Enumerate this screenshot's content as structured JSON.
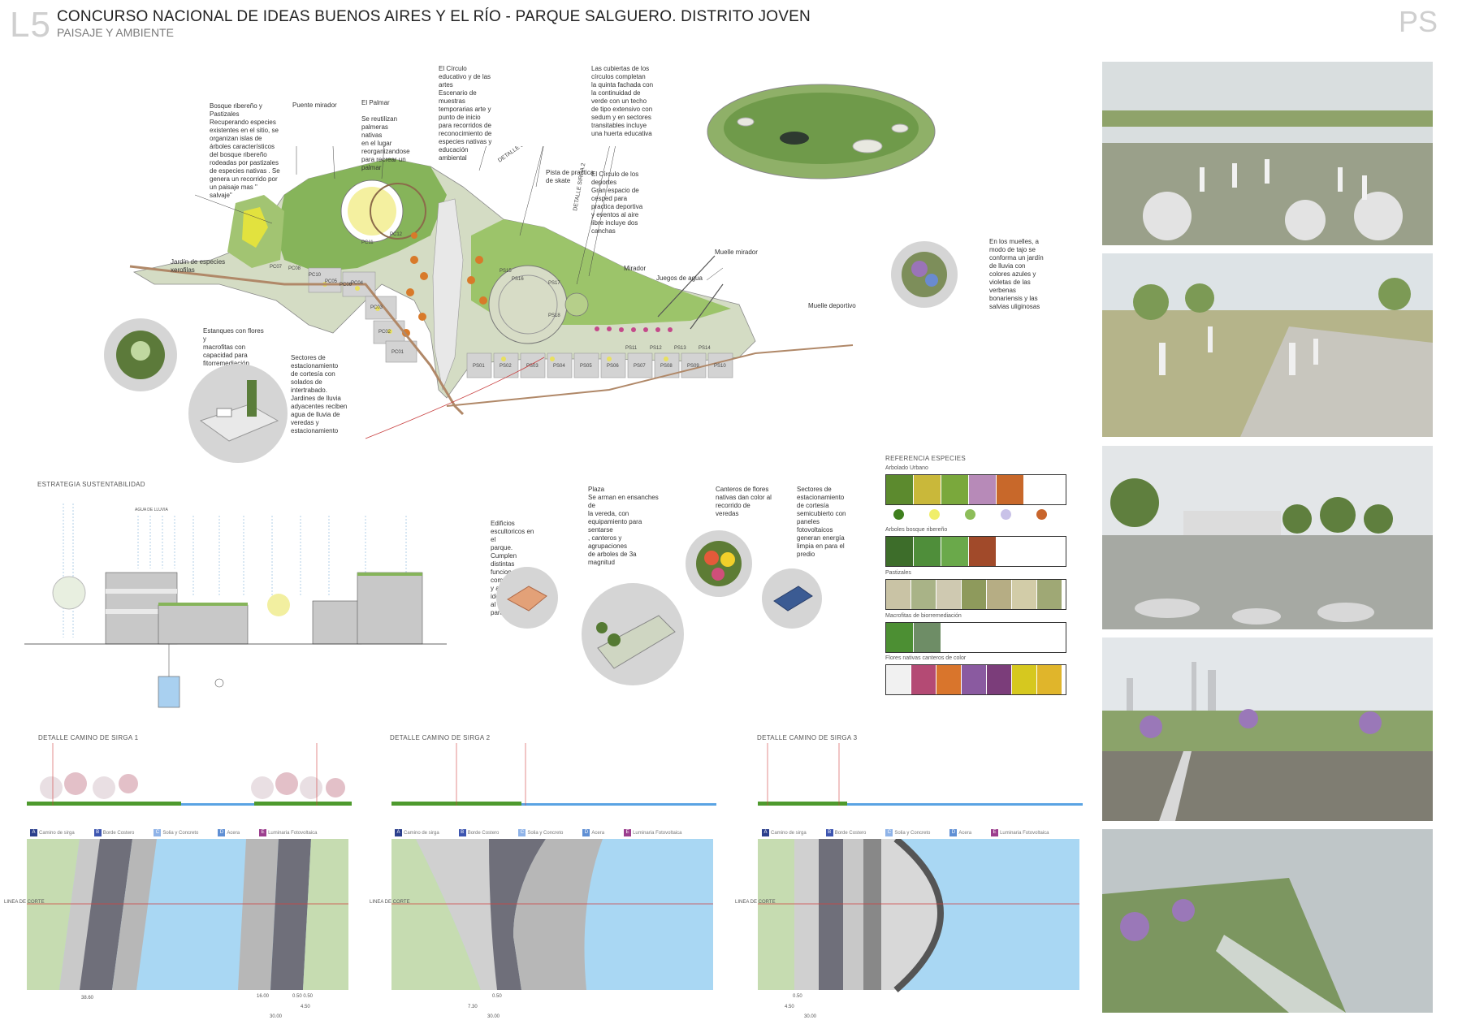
{
  "header": {
    "code": "L5",
    "title": "CONCURSO NACIONAL DE IDEAS BUENOS AIRES Y EL RÍO - PARQUE SALGUERO. DISTRITO JOVEN",
    "subtitle": "PAISAJE Y AMBIENTE",
    "team": "PS"
  },
  "annotations": {
    "bosque": "Bosque ribereño y\nPastizales\nRecuperando especies\nexistentes en el sitio, se\norganizan islas de\nárboles característicos\ndel bosque ribereño\nrodeadas por pastizales\nde especies nativas . Se\ngenera un recorrido por\nun paisaje mas \"\nsalvaje\"",
    "puente": "Puente mirador",
    "palmar": "El Palmar\n\nSe reutilizan\npalmeras nativas\nen el lugar\nreorganizandose\npara recrear un\npalmar",
    "circulo_edu": "El Círculo\neducativo y de las\nartes\nEscenario de\nmuestras\ntemporarias arte y\npunto de inicio\npara recorridos de\nreconocimiento de\nespecies nativas y\neducación\nambiental",
    "cubiertas": "Las cubiertas de los\ncírculos completan\nla quinta fachada con\nla continuidad de\nverde con un techo\nde tipo extensivo con\nsedum y en sectores\ntransitables incluye\nuna huerta educativa",
    "skate": "Pista de practica\nde skate",
    "deportes": "El Círculo de los\ndeportes\nGran espacio de\ncesped para\npractica deportiva\ny eventos al aire\nlibre incluye dos\ncanchas",
    "mirador": "Mirador",
    "juegos": "Juegos de agua",
    "muelle_mirador": "Muelle mirador",
    "muelle_deportivo": "Muelle deportivo",
    "muelles_jardin": "En los muelles, a\nmodo de tajo se\nconforma un jardín\nde lluvia con\ncolores azules y\nvioletas de las\nverbenas\nbonariensis y las\nsalvias uliginosas",
    "jardin_xero": "Jardín de especies\nxerofilas",
    "estanques": "Estanques con flores y\nmacrofitas con\ncapacidad para\nfitorremediación",
    "sectores_est": "Sectores de\nestacionamiento\nde cortesía con\nsolados de\nintertrabado.\nJardines de lluvia\nadyacentes reciben\nagua de lluvia de\nveredas y\nestacionamiento",
    "edificios": "Edificios\nescultoricos en el\nparque. Cumplen\ndistintas funciones\ncomplementarias\n y a la vez dan\nidentidad unica al\nparque",
    "plaza": "Plaza\nSe arman en ensanches de\nla vereda, con\nequipamiento para sentarse\n, canteros y agrupaciones\nde arboles de 3a magnitud",
    "canteros": "Canteros de flores\nnativas dan color al\nrecorrido de\nveredas",
    "sectores_semi": "Sectores de\nestacionamiento\nde cortesía\nsemicubierto con\npaneles\nfotovoltaicos\ngeneran energía\nlimpia en para el\npredio",
    "detalle_sirga_1": "DETALLE SIRGA 1",
    "detalle_sirga_2": "DETALLE SIRGA 2"
  },
  "plan_labels": [
    "PC07",
    "PC08",
    "PC10",
    "PC11",
    "PC12",
    "PC05",
    "PC06",
    "PC04",
    "PC03",
    "PC02",
    "PC01",
    "PS15",
    "PS16",
    "PS17",
    "PS18",
    "PS01",
    "PS02",
    "PS03",
    "PS04",
    "PS05",
    "PS06",
    "PS07",
    "PS08",
    "PS09",
    "PS10",
    "PS11",
    "PS12",
    "PS13",
    "PS14"
  ],
  "sustentabilidad": {
    "title": "ESTRATEGIA SUSTENTABILIDAD",
    "rain": "AGUA DE LLUVIA"
  },
  "species": {
    "title": "REFERENCIA ESPECIES",
    "groups": [
      {
        "label": "Arbolado Urbano",
        "colors": [
          "#5c8a2e",
          "#c9b83a",
          "#7aa83c",
          "#b78ab8",
          "#c8682a"
        ],
        "dots": [
          "#3f7f1e",
          "#f0ee6a",
          "#8dbd5a",
          "#c9c2e8",
          "#c8652c"
        ]
      },
      {
        "label": "Arboles bosque ribereño",
        "colors": [
          "#3d6d2a",
          "#4f8e3a",
          "#6aa94a",
          "#a14a2a"
        ]
      },
      {
        "label": "Pastizales",
        "colors": [
          "#c9c3a5",
          "#a9b387",
          "#cfc9b1",
          "#8e9a5c",
          "#b6ad84",
          "#d2cca8",
          "#9fa875"
        ]
      },
      {
        "label": "Macrofitas de biorremediación",
        "colors": [
          "#4c8f33",
          "#6e8d66"
        ]
      },
      {
        "label": "Flores nativas canteros de color",
        "colors": [
          "#f1f1f1",
          "#b44a74",
          "#d9752c",
          "#8a5aa0",
          "#7b3d7a",
          "#d6c81f",
          "#e0b52b"
        ]
      }
    ]
  },
  "sections": [
    {
      "title": "DETALLE CAMINO DE SIRGA 1",
      "dims": [
        "38.60",
        "16.00",
        "0.50 0.50",
        "4.50",
        "30.00"
      ],
      "labels": [
        "A",
        "B",
        "C",
        "D"
      ]
    },
    {
      "title": "DETALLE CAMINO DE SIRGA 2",
      "dims": [
        "0.50",
        "7.30",
        "30.00"
      ],
      "labels": [
        "A",
        "B",
        "C"
      ]
    },
    {
      "title": "DETALLE CAMINO DE SIRGA 3",
      "dims": [
        "0.50",
        "4.50",
        "30.00"
      ],
      "labels": [
        "A",
        "B",
        "C",
        "D"
      ]
    }
  ],
  "section_legend": [
    {
      "key": "A",
      "label": "Camino de sirga",
      "color": "#2b3f8c"
    },
    {
      "key": "B",
      "label": "Borde Costero",
      "color": "#3d55b0"
    },
    {
      "key": "C",
      "label": "Solia y Concreto",
      "color": "#8fb3e8"
    },
    {
      "key": "D",
      "label": "Acera",
      "color": "#5f8fd4"
    },
    {
      "key": "E",
      "label": "Luminaria Fotovoltaica",
      "color": "#9c3e8e"
    }
  ],
  "section_line_label": "LINEA DE CORTE",
  "colors": {
    "water": "#a9d7f3",
    "lawn": "#c6dcb1",
    "green": "#74a63d",
    "header_gray": "#cfcfcf"
  }
}
